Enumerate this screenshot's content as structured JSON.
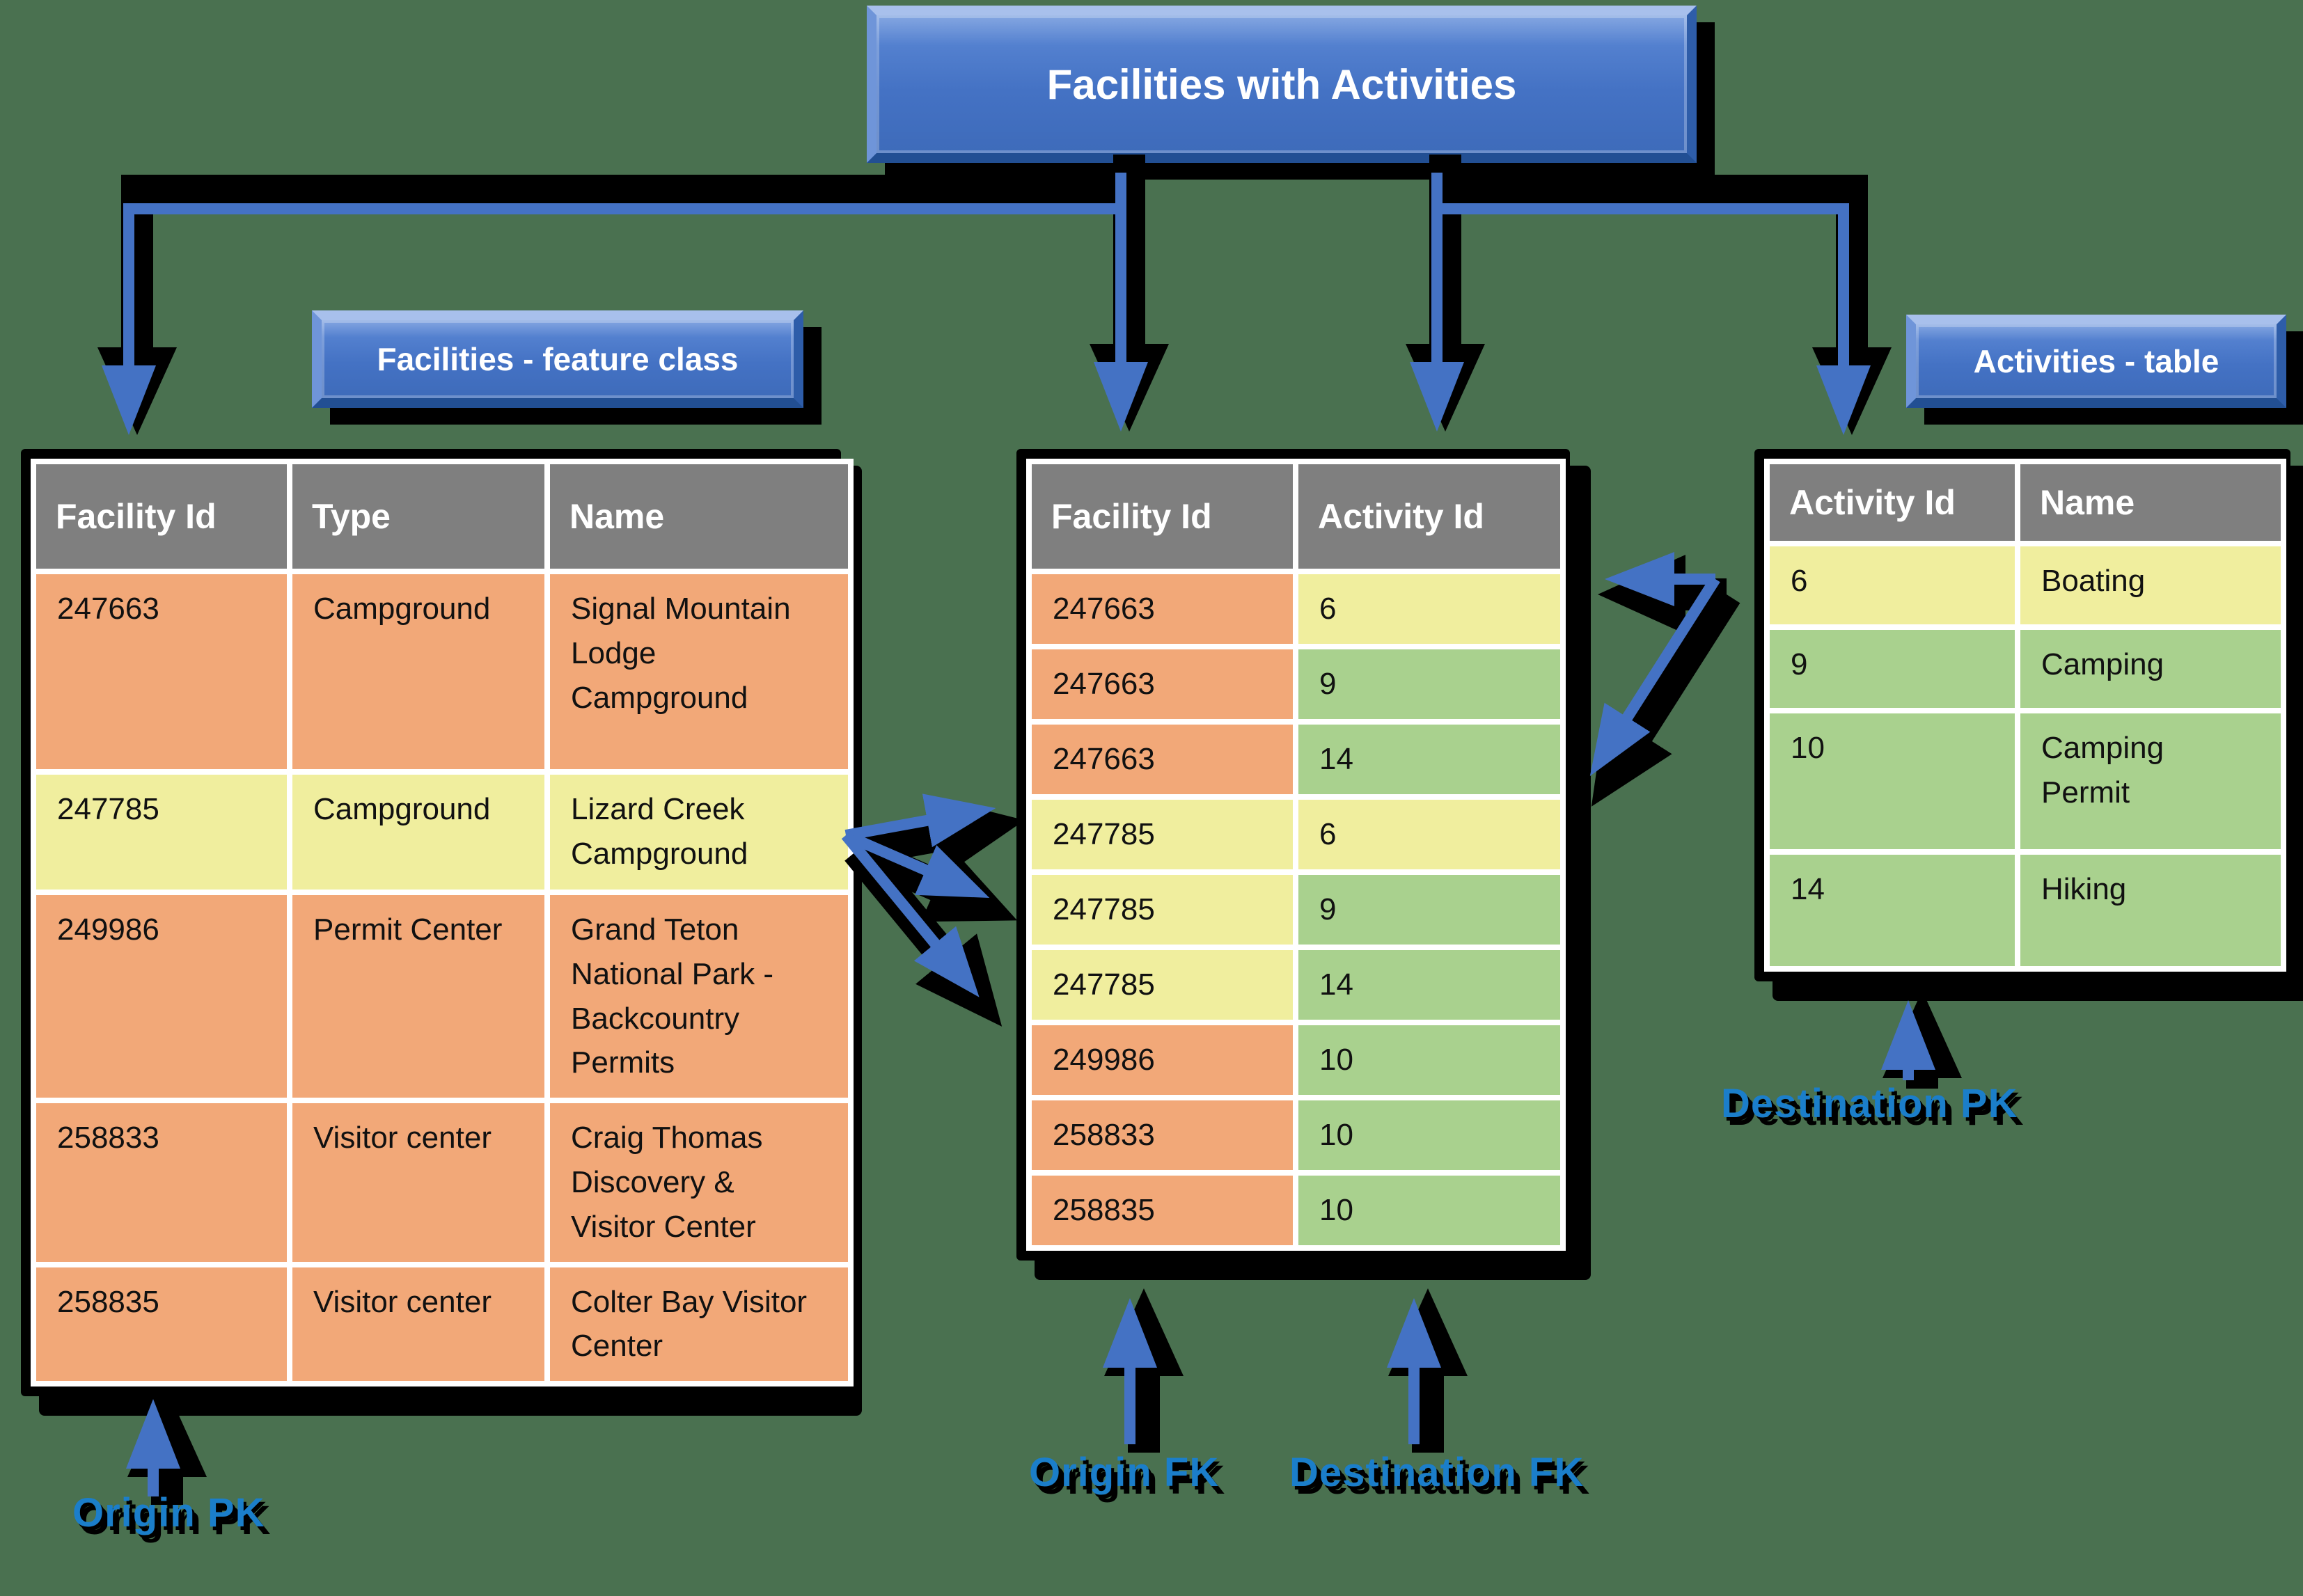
{
  "title": {
    "text": "Facilities with Activities"
  },
  "colors": {
    "background": "#4A7150",
    "cell-orange": "#F2A878",
    "cell-yellow": "#F0EE9E",
    "cell-green": "#A9D18E",
    "header-gray": "#7F7F7F",
    "box-blue": "#4472C4",
    "label-blue": "#1B7ECA",
    "arrow-blue": "#4472C4"
  },
  "facilities_table": {
    "label": "Facilities - feature class",
    "headers": {
      "facility_id": "Facility Id",
      "type": "Type",
      "name": "Name"
    },
    "rows": [
      {
        "facility_id": "247663",
        "type": "Campground",
        "name": "Signal Mountain Lodge Campground",
        "row_color": "orange"
      },
      {
        "facility_id": "247785",
        "type": "Campground",
        "name": "Lizard Creek Campground",
        "row_color": "yellow"
      },
      {
        "facility_id": "249986",
        "type": "Permit Center",
        "name": "Grand Teton National Park - Backcountry Permits",
        "row_color": "orange"
      },
      {
        "facility_id": "258833",
        "type": "Visitor center",
        "name": "Craig Thomas Discovery & Visitor Center",
        "row_color": "orange"
      },
      {
        "facility_id": "258835",
        "type": "Visitor center",
        "name": "Colter Bay Visitor Center",
        "row_color": "orange"
      }
    ]
  },
  "junction_table": {
    "headers": {
      "facility_id": "Facility Id",
      "activity_id": "Activity Id"
    },
    "rows": [
      {
        "facility_id": "247663",
        "activity_id": "6",
        "facility_color": "orange",
        "activity_color": "yellow"
      },
      {
        "facility_id": "247663",
        "activity_id": "9",
        "facility_color": "orange",
        "activity_color": "green"
      },
      {
        "facility_id": "247663",
        "activity_id": "14",
        "facility_color": "orange",
        "activity_color": "green"
      },
      {
        "facility_id": "247785",
        "activity_id": "6",
        "facility_color": "yellow",
        "activity_color": "yellow"
      },
      {
        "facility_id": "247785",
        "activity_id": "9",
        "facility_color": "yellow",
        "activity_color": "green"
      },
      {
        "facility_id": "247785",
        "activity_id": "14",
        "facility_color": "yellow",
        "activity_color": "green"
      },
      {
        "facility_id": "249986",
        "activity_id": "10",
        "facility_color": "orange",
        "activity_color": "green"
      },
      {
        "facility_id": "258833",
        "activity_id": "10",
        "facility_color": "orange",
        "activity_color": "green"
      },
      {
        "facility_id": "258835",
        "activity_id": "10",
        "facility_color": "orange",
        "activity_color": "green"
      }
    ]
  },
  "activities_table": {
    "label": "Activities - table",
    "headers": {
      "activity_id": "Activity Id",
      "name": "Name"
    },
    "rows": [
      {
        "activity_id": "6",
        "name": "Boating",
        "row_color": "yellow"
      },
      {
        "activity_id": "9",
        "name": "Camping",
        "row_color": "green"
      },
      {
        "activity_id": "10",
        "name": "Camping Permit",
        "row_color": "green"
      },
      {
        "activity_id": "14",
        "name": "Hiking",
        "row_color": "green"
      }
    ]
  },
  "annotations": {
    "origin_pk": "Origin PK",
    "origin_fk": "Origin FK",
    "destination_fk": "Destination FK",
    "destination_pk": "Destination PK"
  }
}
